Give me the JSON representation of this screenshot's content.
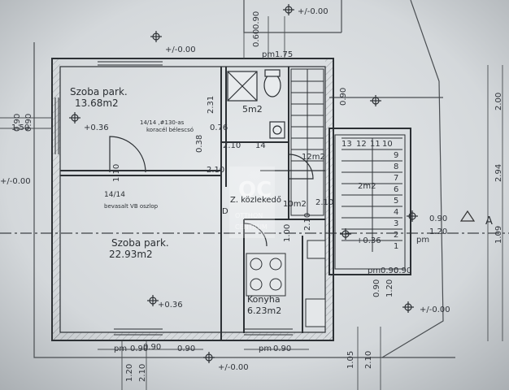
{
  "rooms": {
    "room1_name": "Szoba park.",
    "room1_area": "13.68m2",
    "room2_name": "Szoba park.",
    "room2_area": "22.93m2",
    "bath_area": "5m2",
    "hall_area": "2.10m2",
    "hall_label": "Z. közlekedő",
    "hall_area2": "10m2",
    "hall_code": "D",
    "stair_area": "12m2",
    "small_area": "2m2",
    "kitchen_area": "6.23m2",
    "kitchen_name": "Konyha"
  },
  "notes": {
    "pipe": "14/14 ,#130-as",
    "pipe2": "koracél bélescsó",
    "column": "14/14",
    "column2": "bevasalt VB oszlop"
  },
  "levels": {
    "top_left": "+/-0.00",
    "top_right": "+/-0.00",
    "left": "+/-0.00",
    "bottom_mid": "+/-0.00",
    "bottom_right": "+/-0.00",
    "room1": "+0.36",
    "room2": "+0.36",
    "stair": "+0.36"
  },
  "dimensions": {
    "top_060": "0.60",
    "top_090": "0.90",
    "top_175": "1.75",
    "top_pm": "pm",
    "left_090a": "0.90",
    "left_090b": "0.90",
    "left_150": "1.50",
    "d231": "2.31",
    "d076": "0.76",
    "d038": "0.38",
    "d210": "2.10",
    "d210b": "2.10",
    "d210c": "2.10",
    "d210d": "2.10",
    "d14": "14",
    "d100": "1.00",
    "d090r": "0.90",
    "d120r": "1.20",
    "d090c": "0.90",
    "d200": "2.00",
    "d294": "2.94",
    "d109": "1.09",
    "d090v": "0.90",
    "d120v": "1.20",
    "bot_pm1": "pm",
    "bot_090a": "0.90",
    "bot_090b": "0.90",
    "bot_pm2": "pm",
    "bot_090c": "0.90",
    "bot_120": "1.20",
    "bot_210": "2.10",
    "bot_105": "1.05",
    "bot_210b": "2.10",
    "pm_r": "pm",
    "pm_r2": "pm",
    "pm_090": "0.90",
    "pm_090b": "0.90",
    "d090l": "0.90",
    "d110": "1.10",
    "d090s": "0.90"
  },
  "section_label": "A",
  "stair_steps": [
    "13",
    "12",
    "11",
    "10",
    "9",
    "8",
    "7",
    "6",
    "5",
    "4",
    "3",
    "2",
    "1"
  ],
  "watermark": {
    "logo": "OC",
    "line1": "OTTHON",
    "line2": "CENTRUM"
  }
}
